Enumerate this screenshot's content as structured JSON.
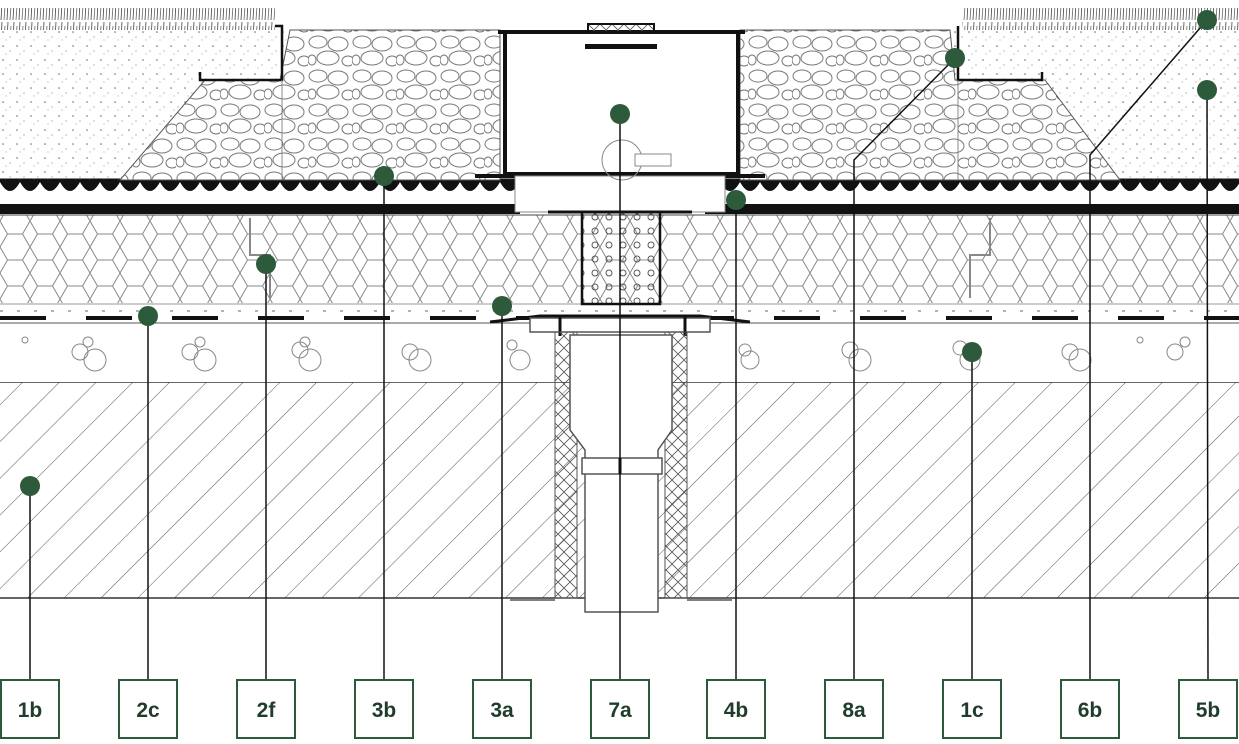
{
  "palette": {
    "marker": "#2d5a3a",
    "label_border": "#2d5a3a",
    "label_text": "#1f3d2a",
    "line": "#111111"
  },
  "callouts": [
    {
      "id": "1b",
      "label": "1b"
    },
    {
      "id": "2c",
      "label": "2c"
    },
    {
      "id": "2f",
      "label": "2f"
    },
    {
      "id": "3b",
      "label": "3b"
    },
    {
      "id": "3a",
      "label": "3a"
    },
    {
      "id": "7a",
      "label": "7a"
    },
    {
      "id": "4b",
      "label": "4b"
    },
    {
      "id": "8a",
      "label": "8a"
    },
    {
      "id": "1c",
      "label": "1c"
    },
    {
      "id": "6b",
      "label": "6b"
    },
    {
      "id": "5b",
      "label": "5b"
    }
  ]
}
